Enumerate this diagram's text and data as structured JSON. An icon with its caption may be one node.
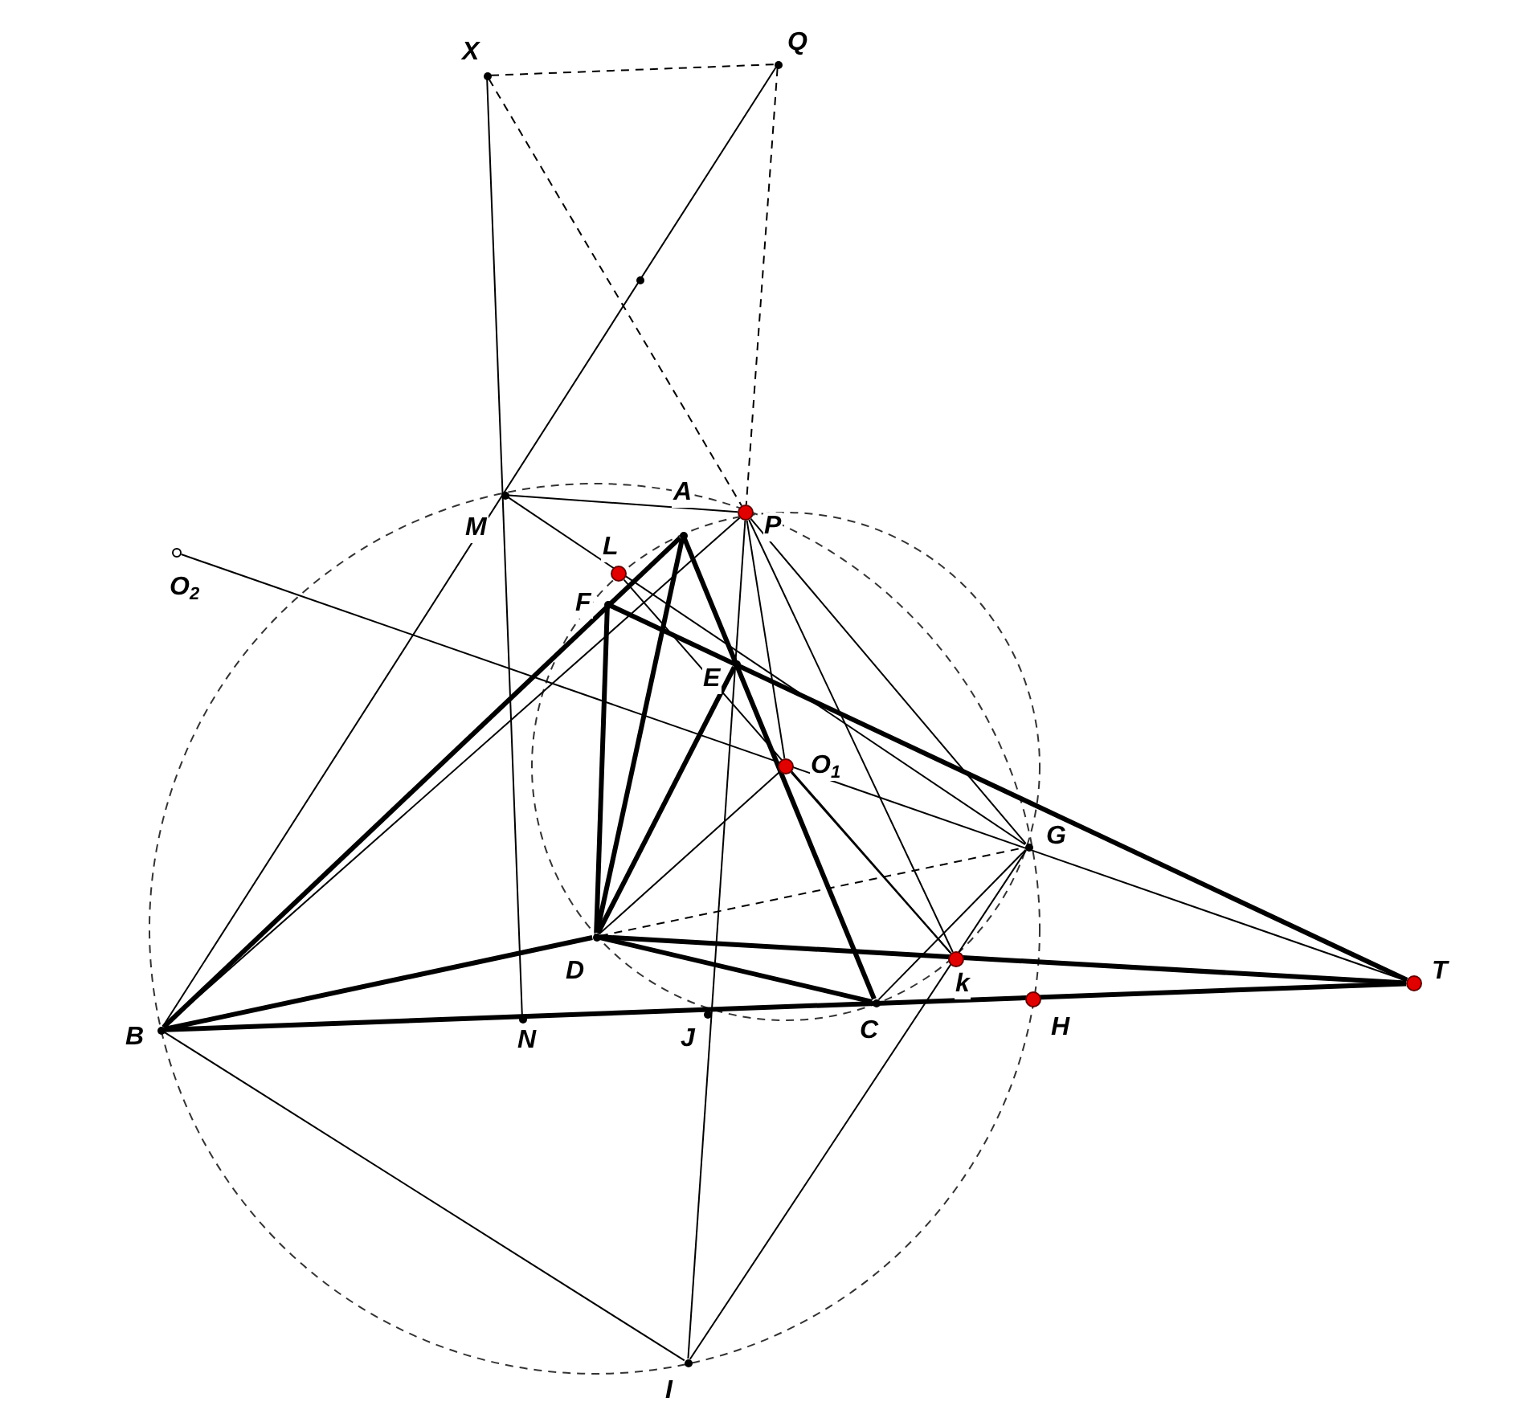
{
  "diagram": {
    "nodes": [
      {
        "text": [
          "X"
        ]
      },
      {
        "text": [
          "Q"
        ]
      },
      {
        "text": [],
        "shape": "circle"
      },
      {
        "text": [
          "M"
        ]
      },
      {
        "text": [
          "P"
        ]
      },
      {
        "text": [
          "A"
        ]
      },
      {
        "text": [
          "L"
        ]
      },
      {
        "text": [
          "O$_{2}$"
        ]
      },
      {
        "text": [
          "F"
        ]
      },
      {
        "text": [
          "E"
        ]
      },
      {
        "text": [
          "O$_{1}$"
        ]
      },
      {
        "text": [
          "G"
        ]
      },
      {
        "text": [
          "D"
        ]
      },
      {
        "text": [
          "k"
        ]
      },
      {
        "text": [
          "C"
        ]
      },
      {
        "text": [
          "H"
        ]
      },
      {
        "text": [
          "T"
        ]
      },
      {
        "text": [
          "B"
        ]
      },
      {
        "text": [
          "N"
        ]
      },
      {
        "text": [
          "J"
        ]
      },
      {
        "text": [
          "I"
        ]
      }
    ],
    "edges": [
      {
        "from": 17,
        "to": 5,
        "arrow": "none",
        "style": "thick"
      },
      {
        "from": 5,
        "to": 12,
        "arrow": "none",
        "style": "thick"
      },
      {
        "from": 5,
        "to": 14,
        "arrow": "none",
        "style": "thick"
      },
      {
        "from": 8,
        "to": 12,
        "arrow": "none",
        "style": "thick"
      },
      {
        "from": 8,
        "to": 16,
        "arrow": "none",
        "style": "thick"
      },
      {
        "from": 12,
        "to": 9,
        "arrow": "none",
        "style": "thick"
      },
      {
        "from": 12,
        "to": 14,
        "arrow": "none",
        "style": "thick"
      },
      {
        "from": 12,
        "to": 16,
        "arrow": "none",
        "style": "thick"
      },
      {
        "from": 17,
        "to": 12,
        "arrow": "none",
        "style": "thick"
      },
      {
        "from": 17,
        "to": 16,
        "arrow": "none",
        "style": "thick"
      },
      {
        "from": 0,
        "to": 18,
        "arrow": "none"
      },
      {
        "from": 1,
        "to": 17,
        "arrow": "none"
      },
      {
        "from": 3,
        "to": 4,
        "arrow": "none"
      },
      {
        "from": 3,
        "to": 11,
        "arrow": "none"
      },
      {
        "from": 6,
        "to": 13,
        "arrow": "none"
      },
      {
        "from": 7,
        "to": 16,
        "arrow": "none"
      },
      {
        "from": 17,
        "to": 4,
        "arrow": "none"
      },
      {
        "from": 4,
        "to": 20,
        "arrow": "none"
      },
      {
        "from": 4,
        "to": 10,
        "arrow": "none"
      },
      {
        "from": 4,
        "to": 13,
        "arrow": "none"
      },
      {
        "from": 4,
        "to": 11,
        "arrow": "none"
      },
      {
        "from": 12,
        "to": 10,
        "arrow": "none"
      },
      {
        "from": 10,
        "to": 13,
        "arrow": "none"
      },
      {
        "from": 14,
        "to": 11,
        "arrow": "none"
      },
      {
        "from": 17,
        "to": 20,
        "arrow": "none"
      },
      {
        "from": 20,
        "to": 11,
        "arrow": "none"
      },
      {
        "from": 0,
        "to": 1,
        "arrow": "none",
        "style": "dashed"
      },
      {
        "from": 0,
        "to": 4,
        "arrow": "none",
        "style": "dashed"
      },
      {
        "from": 1,
        "to": 4,
        "arrow": "none",
        "style": "dashed"
      },
      {
        "from": 12,
        "to": 11,
        "arrow": "none",
        "style": "dashed"
      }
    ]
  }
}
